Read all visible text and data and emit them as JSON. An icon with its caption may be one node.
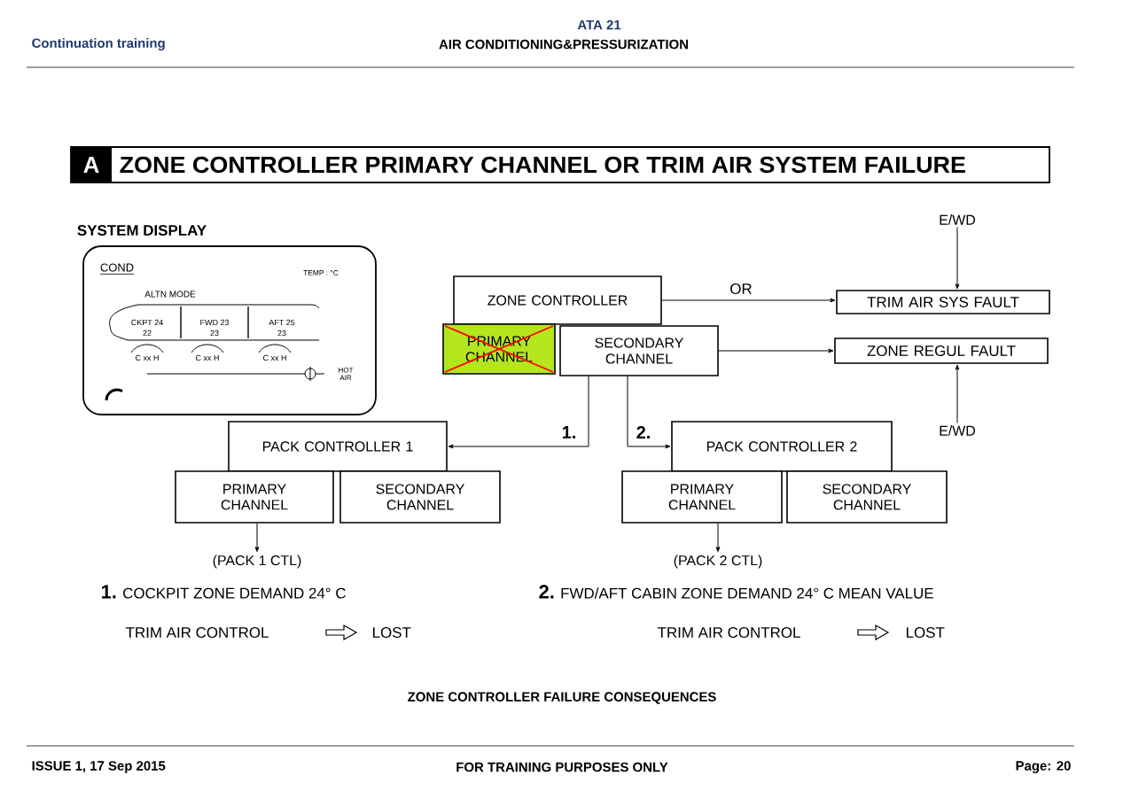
{
  "diagram": {
    "title": "ZONE CONTROLLER PRIMARY CHANNEL OR TRIM AIR SYSTEM FAILURE",
    "caption": "ZONE CONTROLLER FAILURE CONSEQUENCES",
    "nodes": [
      {
        "text": [
          "SYSTEM DISPLAY",
          "COND",
          "TEMP : °C",
          "ALTN MODE",
          "CKPT 24",
          "22",
          "FWD 23",
          "23",
          "AFT 25",
          "23",
          "C xx H",
          "C xx H",
          "C xx H",
          "HOT AIR"
        ]
      },
      {
        "text": [
          "ZONE CONTROLLER"
        ]
      },
      {
        "text": [
          "PRIMARY CHANNEL"
        ]
      },
      {
        "text": [
          "SECONDARY CHANNEL"
        ]
      },
      {
        "text": [
          "E/WD"
        ]
      },
      {
        "text": [
          "TRIM AIR SYS FAULT"
        ]
      },
      {
        "text": [
          "ZONE REGUL FAULT"
        ]
      },
      {
        "text": [
          "E/WD"
        ]
      },
      {
        "text": [
          "PACK CONTROLLER 1"
        ]
      },
      {
        "text": [
          "PRIMARY CHANNEL"
        ]
      },
      {
        "text": [
          "SECONDARY CHANNEL"
        ]
      },
      {
        "text": [
          "PACK CONTROLLER 2"
        ]
      },
      {
        "text": [
          "PRIMARY CHANNEL"
        ]
      },
      {
        "text": [
          "SECONDARY CHANNEL"
        ]
      },
      {
        "text": [
          "(PACK 1 CTL)"
        ]
      },
      {
        "text": [
          "(PACK 2 CTL)"
        ]
      }
    ],
    "edges": [
      {
        "from": 1,
        "to": 5,
        "arrow": "to",
        "label": "OR"
      },
      {
        "from": 4,
        "to": 5,
        "arrow": "to"
      },
      {
        "from": 3,
        "to": 6,
        "arrow": "to"
      },
      {
        "from": 7,
        "to": 6,
        "arrow": "to"
      },
      {
        "from": 3,
        "to": 8,
        "arrow": "to",
        "label": "1."
      },
      {
        "from": 3,
        "to": 11,
        "arrow": "to",
        "label": "2."
      },
      {
        "from": 9,
        "to": 14,
        "arrow": "to"
      },
      {
        "from": 12,
        "to": 15,
        "arrow": "to"
      }
    ],
    "labels": [
      "ATA 21",
      "Continuation training",
      "AIR CONDITIONING&PRESSURIZATION",
      "A",
      "**1.** COCKPIT ZONE DEMAND 24° C",
      "TRIM AIR CONTROL",
      "LOST",
      "**2.** FWD/AFT CABIN ZONE DEMAND 24° C MEAN VALUE",
      "TRIM AIR CONTROL",
      "LOST",
      "ISSUE 1, 17 Sep 2015",
      "FOR TRAINING PURPOSES ONLY",
      "Page: 20"
    ]
  }
}
